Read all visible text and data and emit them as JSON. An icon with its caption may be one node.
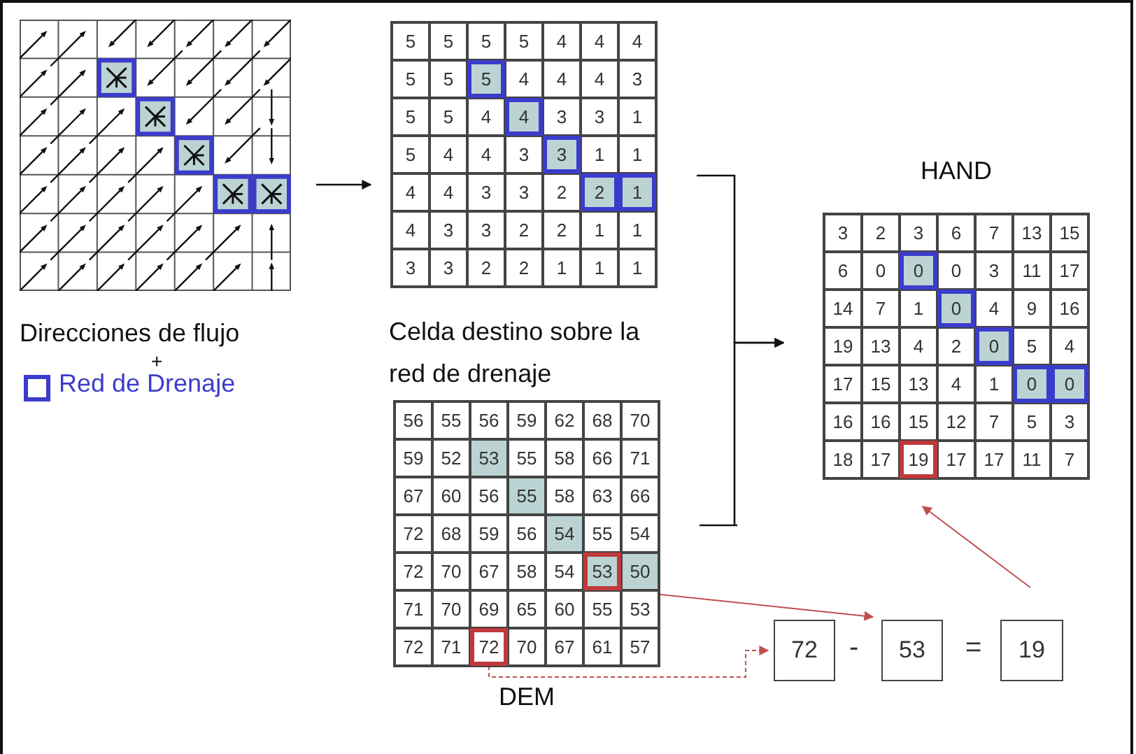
{
  "diagram": {
    "nodes": [
      {
        "text": [],
        "shape": "picture",
        "beside": [
          "Direcciones de flujo",
          "+"
        ]
      },
      {
        "text": [
          "5",
          "5",
          "5",
          "5",
          "4",
          "4",
          "4",
          "5",
          "5",
          "5",
          "4",
          "4",
          "4",
          "3",
          "5",
          "5",
          "4",
          "4",
          "3",
          "3",
          "1",
          "5",
          "4",
          "4",
          "3",
          "3",
          "1",
          "1",
          "4",
          "4",
          "3",
          "3",
          "2",
          "2",
          "1",
          "4",
          "3",
          "3",
          "2",
          "2",
          "1",
          "1",
          "3",
          "3",
          "2",
          "2",
          "1",
          "1",
          "1"
        ],
        "beside": [
          "Celda destino sobre la red de drenaje"
        ]
      },
      {
        "text": [
          "3",
          "2",
          "3",
          "6",
          "7",
          "13",
          "15",
          "6",
          "0",
          "0",
          "0",
          "3",
          "11",
          "17",
          "14",
          "7",
          "1",
          "0",
          "4",
          "9",
          "16",
          "19",
          "13",
          "4",
          "2",
          "0",
          "5",
          "4",
          "17",
          "15",
          "13",
          "4",
          "1",
          "0",
          "0",
          "16",
          "16",
          "15",
          "12",
          "7",
          "5",
          "3",
          "18",
          "17",
          "17",
          "17",
          "11",
          "7"
        ],
        "beside": [
          "HAND"
        ]
      },
      {
        "text": [
          "56",
          "55",
          "56",
          "59",
          "62",
          "68",
          "70",
          "59",
          "52",
          "53",
          "55",
          "58",
          "66",
          "71",
          "67",
          "60",
          "56",
          "55",
          "58",
          "63",
          "66",
          "72",
          "68",
          "59",
          "56",
          "54",
          "55",
          "54",
          "72",
          "70",
          "67",
          "58",
          "54",
          "50",
          "71",
          "70",
          "69",
          "65",
          "60",
          "55",
          "53",
          "72",
          "71",
          "70",
          "67",
          "61",
          "57"
        ],
        "beside": [
          "DEM"
        ]
      },
      {
        "text": [
          "53"
        ],
        "in": 3
      },
      {
        "text": [
          "72"
        ],
        "in": 3
      },
      {
        "text": [
          "19"
        ],
        "in": 2
      },
      {
        "text": [
          "72"
        ]
      },
      {
        "text": [
          "53"
        ]
      },
      {
        "text": [
          "19"
        ]
      }
    ],
    "edges": [
      {
        "from": 0,
        "to": 1,
        "arrow": "to"
      },
      {
        "from": 1,
        "to": 2,
        "arrow": "to"
      },
      {
        "from": 3,
        "to": 2,
        "arrow": "to"
      },
      {
        "from": 4,
        "to": 8,
        "arrow": "to",
        "color": "#c0504d"
      },
      {
        "from": 5,
        "to": 7,
        "arrow": "to",
        "style": "dashed",
        "color": "#c0504d"
      },
      {
        "from": 9,
        "to": 6,
        "arrow": "to",
        "color": "#c0504d"
      }
    ],
    "labels": [
      "-",
      "="
    ],
    "legend": [
      {
        "text": "Red de Drenaje"
      }
    ]
  }
}
